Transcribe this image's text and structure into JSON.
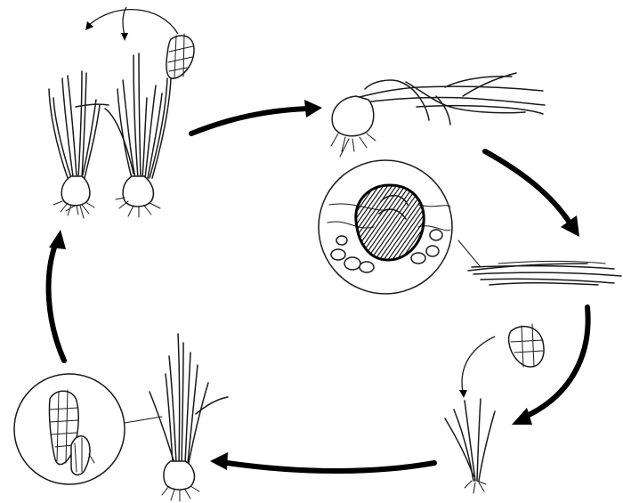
{
  "diagram": {
    "kind": "life-cycle",
    "stages": [
      {
        "id": "mature-plants-with-cone",
        "order": 1
      },
      {
        "id": "uprooted-bulb-plant",
        "order": 2
      },
      {
        "id": "decomposing-leaves",
        "order": 3
      },
      {
        "id": "seedling-with-cone",
        "order": 4
      },
      {
        "id": "young-plant",
        "order": 5
      }
    ],
    "insets": [
      {
        "id": "bulb-in-soil-closeup"
      },
      {
        "id": "cone-sprouting-closeup"
      }
    ],
    "arrows": [
      {
        "from": "mature-plants-with-cone",
        "to": "uprooted-bulb-plant"
      },
      {
        "from": "uprooted-bulb-plant",
        "to": "decomposing-leaves"
      },
      {
        "from": "decomposing-leaves",
        "to": "seedling-with-cone"
      },
      {
        "from": "seedling-with-cone",
        "to": "young-plant"
      },
      {
        "from": "young-plant",
        "to": "mature-plants-with-cone"
      }
    ],
    "colors": {
      "ink": "#000000",
      "background": "#ffffff"
    }
  }
}
